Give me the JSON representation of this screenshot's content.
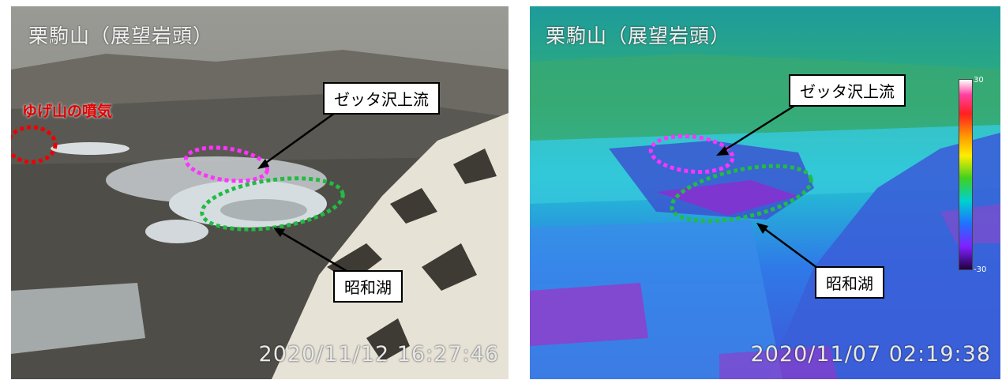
{
  "panels": {
    "visible": {
      "title": "栗駒山（展望岩頭）",
      "timestamp": "2020/11/12 16:27:46",
      "labels": {
        "fumarole": "ゆげ山の噴気",
        "zetta": "ゼッタ沢上流",
        "showa": "昭和湖"
      }
    },
    "thermal": {
      "title": "栗駒山（展望岩頭）",
      "timestamp": "2020/11/07 02:19:38",
      "labels": {
        "zetta": "ゼッタ沢上流",
        "showa": "昭和湖"
      },
      "scale": {
        "max": "30",
        "min": "-30"
      }
    }
  },
  "colors": {
    "magenta_outline": "#ff33ff",
    "green_outline": "#22bb44",
    "red_outline": "#ee0000"
  }
}
